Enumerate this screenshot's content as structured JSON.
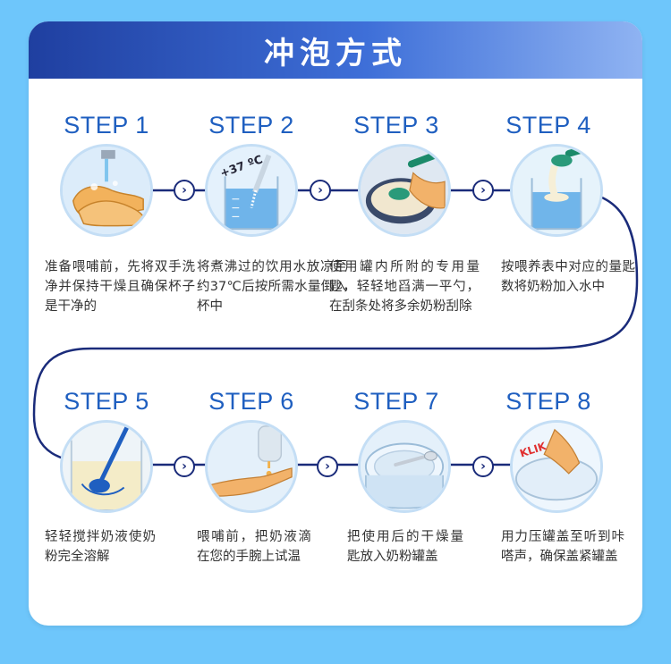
{
  "header": {
    "title": "冲泡方式"
  },
  "colors": {
    "accent": "#1f5fc0",
    "banner": "#2a52be",
    "background": "#6ec6fb",
    "line": "#1a2b7a"
  },
  "steps": [
    {
      "label": "STEP 1",
      "icon": "hand-washing-icon",
      "desc": "准备喂哺前，先将双手洗净并保持干燥且确保杯子是干净的"
    },
    {
      "label": "STEP 2",
      "icon": "boiled-water-icon",
      "badge": "+37 ºC",
      "desc": "将煮沸过的饮用水放凉至约37℃后按所需水量倒入杯中"
    },
    {
      "label": "STEP 3",
      "icon": "scoop-level-icon",
      "desc": "使用罐内所附的专用量匙，轻轻地舀满一平勺，在刮条处将多余奶粉刮除"
    },
    {
      "label": "STEP 4",
      "icon": "add-powder-icon",
      "desc": "按喂养表中对应的量匙数将奶粉加入水中"
    },
    {
      "label": "STEP 5",
      "icon": "stir-milk-icon",
      "desc": "轻轻搅拌奶液使奶粉完全溶解"
    },
    {
      "label": "STEP 6",
      "icon": "wrist-test-icon",
      "desc": "喂哺前，把奶液滴在您的手腕上试温"
    },
    {
      "label": "STEP 7",
      "icon": "place-scoop-icon",
      "desc": "把使用后的干燥量匙放入奶粉罐盖"
    },
    {
      "label": "STEP 8",
      "icon": "press-lid-icon",
      "badge": "KLIK",
      "desc": "用力压罐盖至听到咔嗒声，确保盖紧罐盖"
    }
  ]
}
